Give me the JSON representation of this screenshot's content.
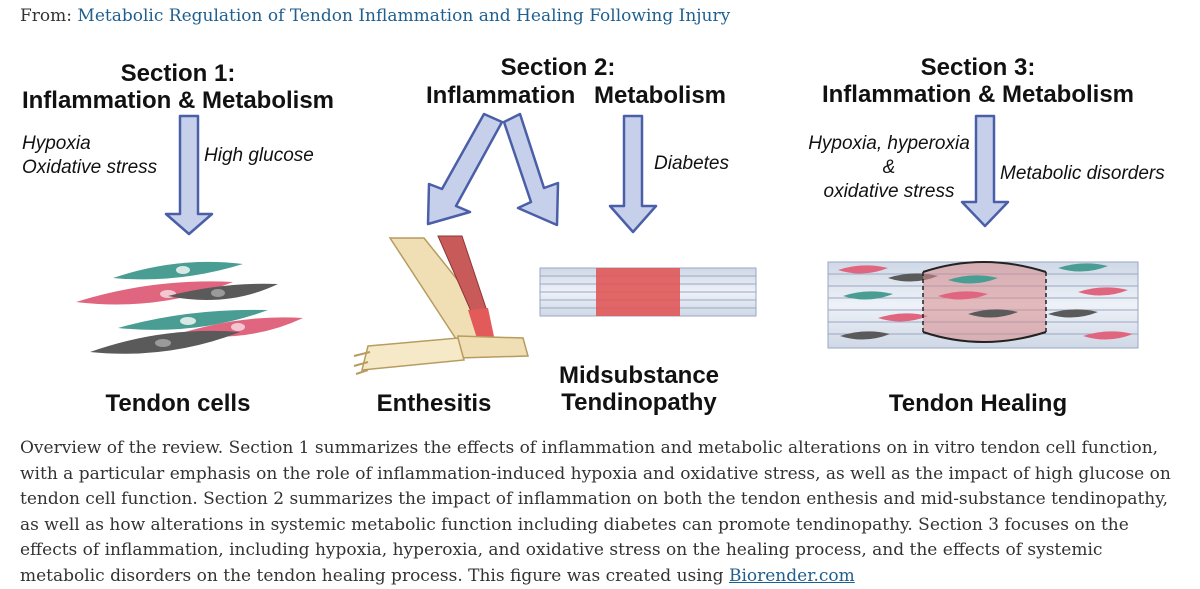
{
  "header": {
    "from_prefix": "From:",
    "article_link": "Metabolic Regulation of Tendon Inflammation and Healing Following Injury"
  },
  "figure": {
    "section1": {
      "title_line1": "Section 1:",
      "title_line2": "Inflammation & Metabolism",
      "left_factor_1": "Hypoxia",
      "left_factor_2": "Oxidative stress",
      "right_factor": "High glucose",
      "result": "Tendon cells"
    },
    "section2": {
      "title": "Section 2:",
      "inflammation": "Inflammation",
      "metabolism": "Metabolism",
      "factor": "Diabetes",
      "result_left": "Enthesitis",
      "result_right_1": "Midsubstance",
      "result_right_2": "Tendinopathy"
    },
    "section3": {
      "title_line1": "Section 3:",
      "title_line2": "Inflammation & Metabolism",
      "left_factor_1": "Hypoxia, hyperoxia",
      "left_factor_2": "&",
      "left_factor_3": "oxidative stress",
      "right_factor": "Metabolic disorders",
      "result": "Tendon Healing"
    }
  },
  "caption": {
    "text": "Overview of the review. Section 1 summarizes the effects of inflammation and metabolic alterations on in vitro tendon cell function, with a particular emphasis on the role of inflammation-induced hypoxia and oxidative stress, as well as the impact of high glucose on tendon cell function. Section 2 summarizes the impact of inflammation on both the tendon enthesis and mid-substance tendinopathy, as well as how alterations in systemic metabolic function including diabetes can promote tendinopathy. Section 3 focuses on the effects of inflammation, including hypoxia, hyperoxia, and oxidative stress on the healing process, and the effects of systemic metabolic disorders on the tendon healing process. This figure was created using",
    "link": "Biorender.com"
  },
  "colors": {
    "arrow_fill": "#c7d0ea",
    "arrow_stroke": "#4a5fa8",
    "cell_teal": "#4a9d93",
    "cell_pink": "#e0657f",
    "cell_gray": "#5a5a5a",
    "link": "#1f5f8f"
  }
}
